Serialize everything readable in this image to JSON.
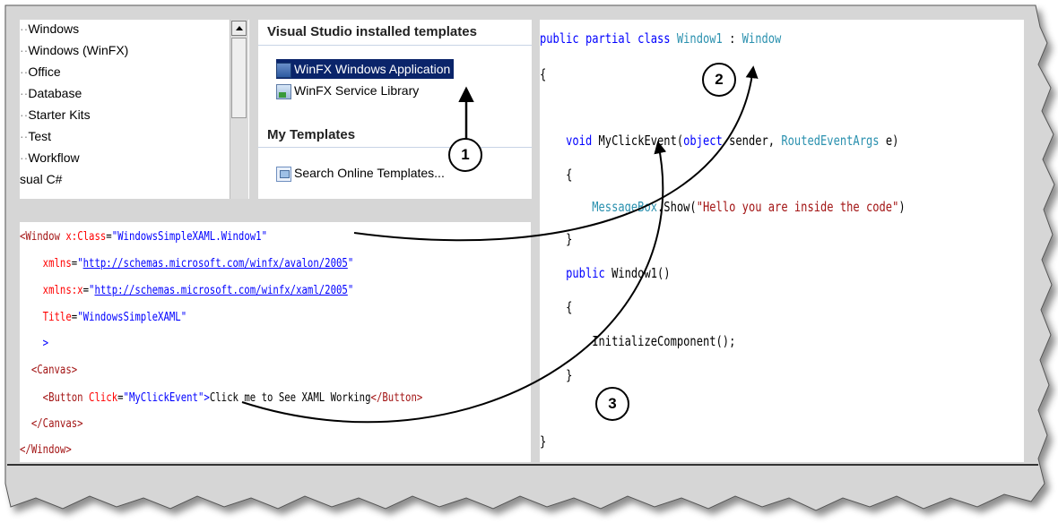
{
  "project_types": {
    "items": [
      {
        "label": "Windows",
        "dash": "··"
      },
      {
        "label": "Windows (WinFX)",
        "dash": "··"
      },
      {
        "label": "Office",
        "dash": "··"
      },
      {
        "label": "Database",
        "dash": "··"
      },
      {
        "label": "Starter Kits",
        "dash": "··"
      },
      {
        "label": "Test",
        "dash": "··"
      },
      {
        "label": "Workflow",
        "dash": "··"
      },
      {
        "label": "sual C#",
        "dash": ""
      }
    ]
  },
  "templates": {
    "installed_header": "Visual Studio installed templates",
    "items": [
      {
        "label": "WinFX Windows Application",
        "selected": true,
        "icon": "application-icon"
      },
      {
        "label": "WinFX Service Library",
        "selected": false,
        "icon": "service-library-icon"
      }
    ],
    "my_templates_header": "My Templates",
    "search_label": "Search Online Templates..."
  },
  "xaml": {
    "lines": [
      [
        [
          "tag",
          "<Window "
        ],
        [
          "at",
          "x:Class"
        ],
        [
          "pl",
          "="
        ],
        [
          "av",
          "\"WindowsSimpleXAML.Window1\""
        ]
      ],
      [
        [
          "pl",
          "    "
        ],
        [
          "at",
          "xmlns"
        ],
        [
          "pl",
          "="
        ],
        [
          "av",
          "\""
        ],
        [
          "url",
          "http://schemas.microsoft.com/winfx/avalon/2005"
        ],
        [
          "av",
          "\""
        ]
      ],
      [
        [
          "pl",
          "    "
        ],
        [
          "at",
          "xmlns:x"
        ],
        [
          "pl",
          "="
        ],
        [
          "av",
          "\""
        ],
        [
          "url",
          "http://schemas.microsoft.com/winfx/xaml/2005"
        ],
        [
          "av",
          "\""
        ]
      ],
      [
        [
          "pl",
          "    "
        ],
        [
          "at",
          "Title"
        ],
        [
          "pl",
          "="
        ],
        [
          "av",
          "\"WindowsSimpleXAML\""
        ]
      ],
      [
        [
          "pl",
          "    "
        ],
        [
          "pu",
          ">"
        ]
      ],
      [
        [
          "pl",
          "  "
        ],
        [
          "tag",
          "<Canvas>"
        ]
      ],
      [
        [
          "pl",
          "    "
        ],
        [
          "tag",
          "<Button "
        ],
        [
          "at",
          "Click"
        ],
        [
          "pl",
          "="
        ],
        [
          "av",
          "\"MyClickEvent\""
        ],
        [
          "pu",
          ">"
        ],
        [
          "pl",
          "Click me to See XAML Working"
        ],
        [
          "tag",
          "</Button>"
        ]
      ],
      [
        [
          "pl",
          "  "
        ],
        [
          "tag",
          "</Canvas>"
        ]
      ],
      [
        [
          "tag",
          "</Window>"
        ]
      ]
    ]
  },
  "csharp": {
    "lines": [
      [
        [
          "kw",
          "public partial class "
        ],
        [
          "ty",
          "Window1"
        ],
        [
          "pl",
          " : "
        ],
        [
          "ty",
          "Window"
        ]
      ],
      [
        [
          "pl",
          "{"
        ]
      ],
      [
        [
          "pl",
          ""
        ]
      ],
      [
        [
          "pl",
          "    "
        ],
        [
          "kw",
          "void "
        ],
        [
          "pl",
          "MyClickEvent("
        ],
        [
          "kw",
          "object"
        ],
        [
          "pl",
          " sender, "
        ],
        [
          "ty",
          "RoutedEventArgs"
        ],
        [
          "pl",
          " e)"
        ]
      ],
      [
        [
          "pl",
          "    {"
        ]
      ],
      [
        [
          "pl",
          "        "
        ],
        [
          "ty",
          "MessageBox"
        ],
        [
          "pl",
          ".Show("
        ],
        [
          "st",
          "\"Hello you are inside the code\""
        ],
        [
          "pl",
          ")"
        ]
      ],
      [
        [
          "pl",
          "    }"
        ]
      ],
      [
        [
          "pl",
          "    "
        ],
        [
          "kw",
          "public "
        ],
        [
          "pl",
          "Window1()"
        ]
      ],
      [
        [
          "pl",
          "    {"
        ]
      ],
      [
        [
          "pl",
          "        InitializeComponent();"
        ]
      ],
      [
        [
          "pl",
          "    }"
        ]
      ],
      [
        [
          "pl",
          ""
        ]
      ],
      [
        [
          "pl",
          "}"
        ]
      ]
    ]
  },
  "callouts": [
    "1",
    "2",
    "3"
  ],
  "colors": {
    "frame_gray": "#d4d4d4",
    "selection": "#0a246a",
    "keyword": "#0000ff",
    "type": "#2b91af",
    "string": "#a31515",
    "attribute": "#ff0000"
  }
}
